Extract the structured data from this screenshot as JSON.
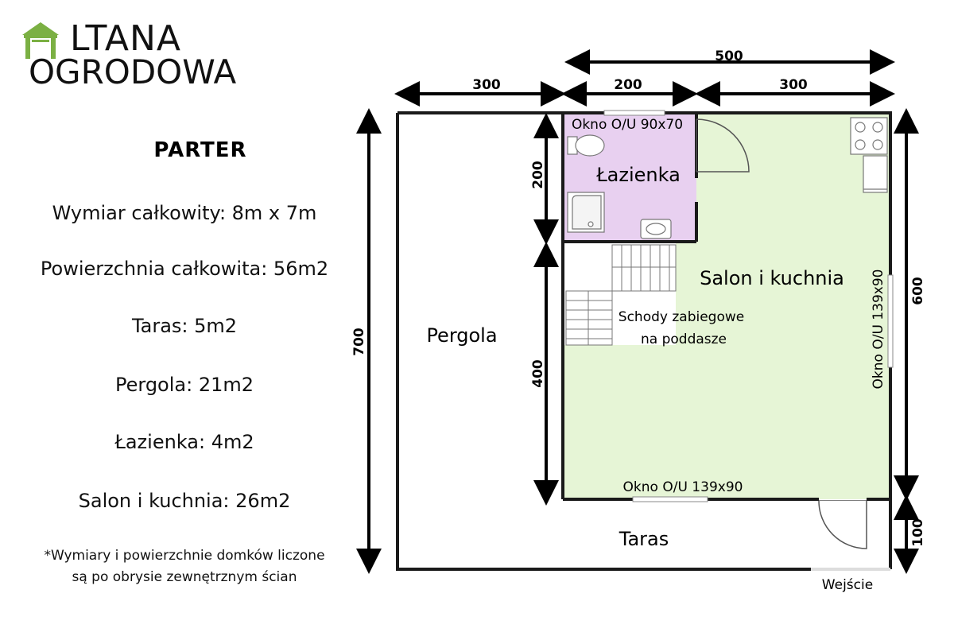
{
  "logo": {
    "line1": "LTANA",
    "line2": "OGRODOWA",
    "initial": "A",
    "colors": {
      "green": "#7bb043",
      "dark": "#111111"
    }
  },
  "info": {
    "heading": "PARTER",
    "stats": [
      "Wymiar całkowity: 8m x 7m",
      "Powierzchnia całkowita: 56m2",
      "Taras: 5m2",
      "Pergola: 21m2",
      "Łazienka: 4m2",
      "Salon i kuchnia: 26m2"
    ],
    "footnote_line1": "*Wymiary i powierzchnie domków liczone",
    "footnote_line2": "są po obrysie zewnętrznym ścian"
  },
  "plan": {
    "colors": {
      "wall": "#1a1a1a",
      "bathroom_fill": "#e8d0f0",
      "salon_fill": "#e6f5d6",
      "pergola_fill": "#ffffff"
    },
    "dimensions": {
      "top_overall": "500",
      "top_left": "300",
      "top_middle": "200",
      "top_right": "300",
      "left_overall": "700",
      "inner_upper": "200",
      "inner_lower": "400",
      "right_upper": "600",
      "right_lower": "100"
    },
    "rooms": {
      "bathroom": "Łazienka",
      "salon": "Salon i kuchnia",
      "pergola": "Pergola",
      "taras": "Taras",
      "stairs_line1": "Schody zabiegowe",
      "stairs_line2": "na poddasze",
      "entrance": "Wejście"
    },
    "windows": {
      "bathroom": "Okno O/U 90x70",
      "salon_bottom": "Okno O/U 139x90",
      "salon_right": "Okno O/U 139x90"
    }
  }
}
